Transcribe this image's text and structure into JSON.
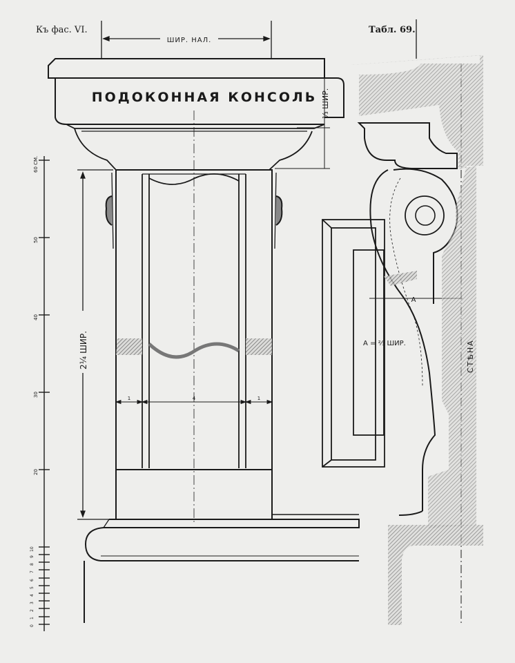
{
  "header": {
    "left_ref": "Къ фас. VI.",
    "plate_no": "Табл. 69."
  },
  "drawing": {
    "title": "ПОДОКОННАЯ КОНСОЛЬ",
    "dim_width_top": "ШИР. НАЛ.",
    "dim_right_top": "⅓ ШИР.",
    "dim_height": "2¼ ШИР.",
    "section_dim_a": "А",
    "formula": "А = ⅔ ШИР.",
    "wall_label": "СТѢНА",
    "part_marks": [
      "1",
      "4",
      "1"
    ]
  },
  "scale": {
    "unit_label": "60 СМ.",
    "major_ticks": [
      "50",
      "40",
      "30",
      "20"
    ],
    "minor_ticks": [
      "10",
      "9",
      "8",
      "7",
      "6",
      "5",
      "4",
      "3",
      "2",
      "1",
      "0"
    ]
  },
  "colors": {
    "ink": "#1a1a1a",
    "paper": "#eeeeec",
    "hatch": "#6e6e6e"
  }
}
